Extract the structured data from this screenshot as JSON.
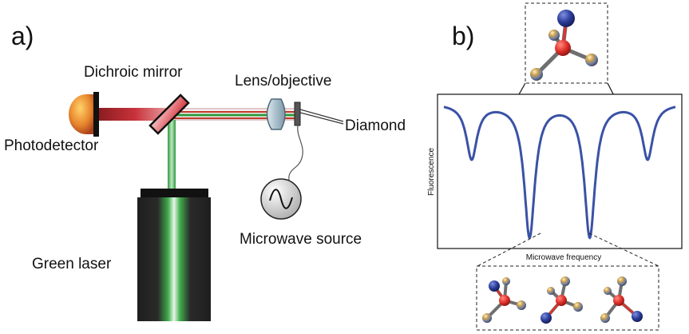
{
  "panels": {
    "a": "a)",
    "b": "b)"
  },
  "setup": {
    "dichroic_mirror": "Dichroic mirror",
    "lens_objective": "Lens/objective",
    "diamond": "Diamond",
    "photodetector": "Photodetector",
    "microwave_source": "Microwave source",
    "green_laser": "Green laser"
  },
  "chart_data": {
    "type": "line",
    "xlabel": "Microwave frequency",
    "ylabel": "Fluorescence",
    "grid": false,
    "series": [
      {
        "color": "#3a52a6",
        "dips": [
          {
            "position": 0.12,
            "depth": 0.4
          },
          {
            "position": 0.37,
            "depth": 0.97
          },
          {
            "position": 0.63,
            "depth": 0.97
          },
          {
            "position": 0.88,
            "depth": 0.4
          }
        ]
      }
    ]
  },
  "colors": {
    "curve": "#3a52a6",
    "laser_green": "#2e9b3c",
    "beam_red": "#b8262b",
    "atom_red": "#e0302a",
    "atom_blue": "#2b3d9a",
    "bond_gray": "#6f6f6f"
  }
}
